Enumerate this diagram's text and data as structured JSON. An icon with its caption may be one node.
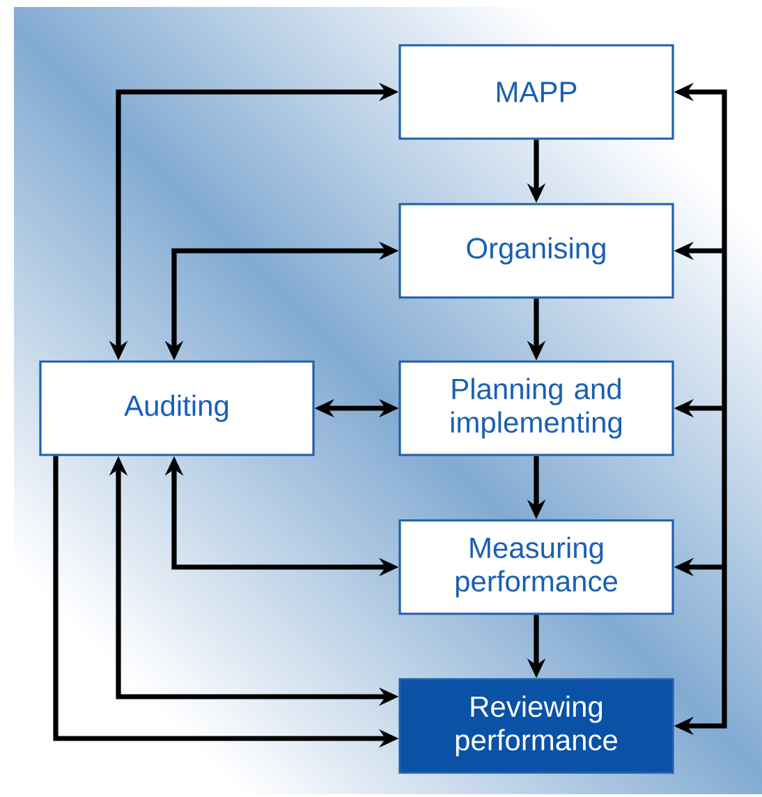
{
  "diagram": {
    "nodes": [
      {
        "text": [
          "MAPP"
        ]
      },
      {
        "text": [
          "Organising"
        ]
      },
      {
        "text": [
          "Planning and implementing"
        ]
      },
      {
        "text": [
          "Measuring performance"
        ]
      },
      {
        "text": [
          "Reviewing performance"
        ]
      },
      {
        "text": [
          "Auditing"
        ]
      }
    ],
    "edges": [
      {
        "from": 0,
        "to": 1,
        "arrow": "to"
      },
      {
        "from": 1,
        "to": 2,
        "arrow": "to"
      },
      {
        "from": 2,
        "to": 3,
        "arrow": "to"
      },
      {
        "from": 3,
        "to": 4,
        "arrow": "to"
      },
      {
        "from": 5,
        "to": 0,
        "arrow": "both"
      },
      {
        "from": 5,
        "to": 1,
        "arrow": "both"
      },
      {
        "from": 5,
        "to": 2,
        "arrow": "both"
      },
      {
        "from": 5,
        "to": 3,
        "arrow": "both"
      },
      {
        "from": 5,
        "to": 4,
        "arrow": "both"
      },
      {
        "from": 5,
        "to": 4,
        "arrow": "to"
      },
      {
        "from": 4,
        "to": 0,
        "arrow": "both"
      },
      {
        "from": 4,
        "to": 1,
        "arrow": "both"
      },
      {
        "from": 4,
        "to": 2,
        "arrow": "both"
      },
      {
        "from": 4,
        "to": 3,
        "arrow": "both"
      }
    ]
  }
}
